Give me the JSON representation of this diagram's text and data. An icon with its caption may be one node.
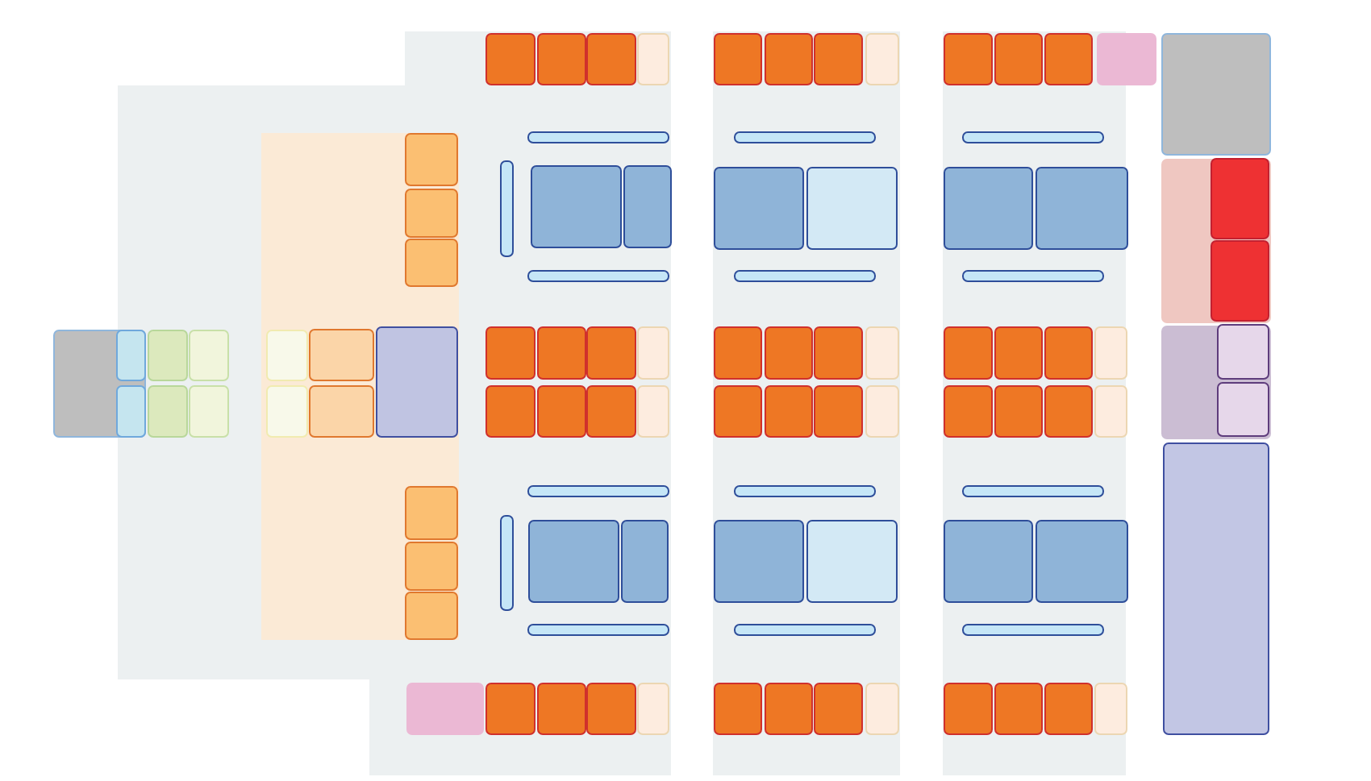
{
  "diagram": {
    "nodes": [
      {
        "text": [],
        "shape": "box"
      },
      {
        "text": [],
        "shape": "box",
        "in": 0
      },
      {
        "text": [],
        "shape": "box",
        "in": 0
      },
      {
        "text": [],
        "shape": "box"
      },
      {
        "text": [],
        "shape": "box"
      },
      {
        "text": [],
        "shape": "box"
      },
      {
        "text": [],
        "shape": "box"
      },
      {
        "text": [],
        "shape": "box"
      },
      {
        "text": [],
        "shape": "box"
      },
      {
        "text": [],
        "shape": "box"
      },
      {
        "text": [],
        "shape": "box"
      },
      {
        "text": [],
        "shape": "box"
      },
      {
        "text": [],
        "shape": "box"
      },
      {
        "text": [],
        "shape": "box"
      },
      {
        "text": [],
        "shape": "box"
      },
      {
        "text": [],
        "shape": "box"
      },
      {
        "text": [],
        "shape": "box"
      },
      {
        "text": [],
        "shape": "box"
      },
      {
        "text": [],
        "shape": "box"
      },
      {
        "text": [],
        "shape": "box"
      },
      {
        "text": [],
        "shape": "box"
      },
      {
        "text": [],
        "shape": "box"
      },
      {
        "text": [],
        "shape": "box"
      },
      {
        "text": [],
        "shape": "box"
      },
      {
        "text": [],
        "shape": "box"
      },
      {
        "text": [],
        "shape": "box"
      },
      {
        "text": [],
        "shape": "box"
      },
      {
        "text": [],
        "shape": "box"
      },
      {
        "text": [],
        "shape": "box"
      },
      {
        "text": [],
        "shape": "box"
      },
      {
        "text": [],
        "shape": "box"
      },
      {
        "text": [],
        "shape": "box"
      },
      {
        "text": [],
        "shape": "box"
      },
      {
        "text": [],
        "shape": "box"
      },
      {
        "text": [],
        "shape": "box"
      },
      {
        "text": [],
        "shape": "box"
      },
      {
        "text": [],
        "shape": "box"
      },
      {
        "text": [],
        "shape": "box"
      },
      {
        "text": [],
        "shape": "box"
      },
      {
        "text": [],
        "shape": "box"
      },
      {
        "text": [],
        "shape": "box"
      },
      {
        "text": [],
        "shape": "box"
      },
      {
        "text": [],
        "shape": "box"
      },
      {
        "text": [],
        "shape": "box"
      },
      {
        "text": [],
        "shape": "box"
      },
      {
        "text": [],
        "shape": "box"
      },
      {
        "text": [],
        "shape": "box"
      },
      {
        "text": [],
        "shape": "box"
      },
      {
        "text": [],
        "shape": "box"
      },
      {
        "text": [],
        "shape": "box"
      },
      {
        "text": [],
        "shape": "box"
      },
      {
        "text": [],
        "shape": "box"
      },
      {
        "text": [],
        "shape": "box"
      },
      {
        "text": [],
        "shape": "box"
      },
      {
        "text": [],
        "shape": "box"
      },
      {
        "text": [],
        "shape": "box"
      },
      {
        "text": [],
        "shape": "box"
      },
      {
        "text": [],
        "shape": "box"
      },
      {
        "text": [],
        "shape": "box"
      },
      {
        "text": [],
        "shape": "box"
      },
      {
        "text": [],
        "shape": "box"
      },
      {
        "text": [],
        "shape": "box"
      },
      {
        "text": [],
        "shape": "box"
      },
      {
        "text": [],
        "shape": "box"
      },
      {
        "text": [],
        "shape": "box"
      },
      {
        "text": [],
        "shape": "box"
      },
      {
        "text": [],
        "shape": "box"
      },
      {
        "text": [],
        "shape": "box"
      },
      {
        "text": [],
        "shape": "box"
      },
      {
        "text": [],
        "shape": "box"
      },
      {
        "text": [],
        "shape": "box"
      },
      {
        "text": [],
        "shape": "box"
      },
      {
        "text": [],
        "shape": "box"
      },
      {
        "text": [],
        "shape": "box"
      },
      {
        "text": [],
        "shape": "box"
      },
      {
        "text": [],
        "shape": "box"
      },
      {
        "text": [],
        "shape": "box"
      },
      {
        "text": [],
        "shape": "box"
      },
      {
        "text": [],
        "shape": "box"
      },
      {
        "text": [],
        "shape": "box"
      },
      {
        "text": [],
        "shape": "box"
      },
      {
        "text": [],
        "shape": "box"
      },
      {
        "text": [],
        "shape": "box"
      },
      {
        "text": [],
        "shape": "box"
      },
      {
        "text": [],
        "shape": "box"
      },
      {
        "text": [],
        "shape": "box"
      },
      {
        "text": [],
        "shape": "box"
      },
      {
        "text": [],
        "shape": "box"
      },
      {
        "text": [],
        "shape": "box"
      },
      {
        "text": [],
        "shape": "box"
      },
      {
        "text": [],
        "shape": "box"
      },
      {
        "text": [],
        "shape": "box"
      },
      {
        "text": [],
        "shape": "box"
      },
      {
        "text": [],
        "shape": "box"
      },
      {
        "text": [],
        "shape": "box"
      },
      {
        "text": [],
        "shape": "box",
        "in": 94
      },
      {
        "text": [],
        "shape": "box",
        "in": 94
      },
      {
        "text": [],
        "shape": "box"
      },
      {
        "text": [],
        "shape": "box",
        "in": 97
      },
      {
        "text": [],
        "shape": "box",
        "in": 97
      },
      {
        "text": [],
        "shape": "box"
      }
    ]
  }
}
